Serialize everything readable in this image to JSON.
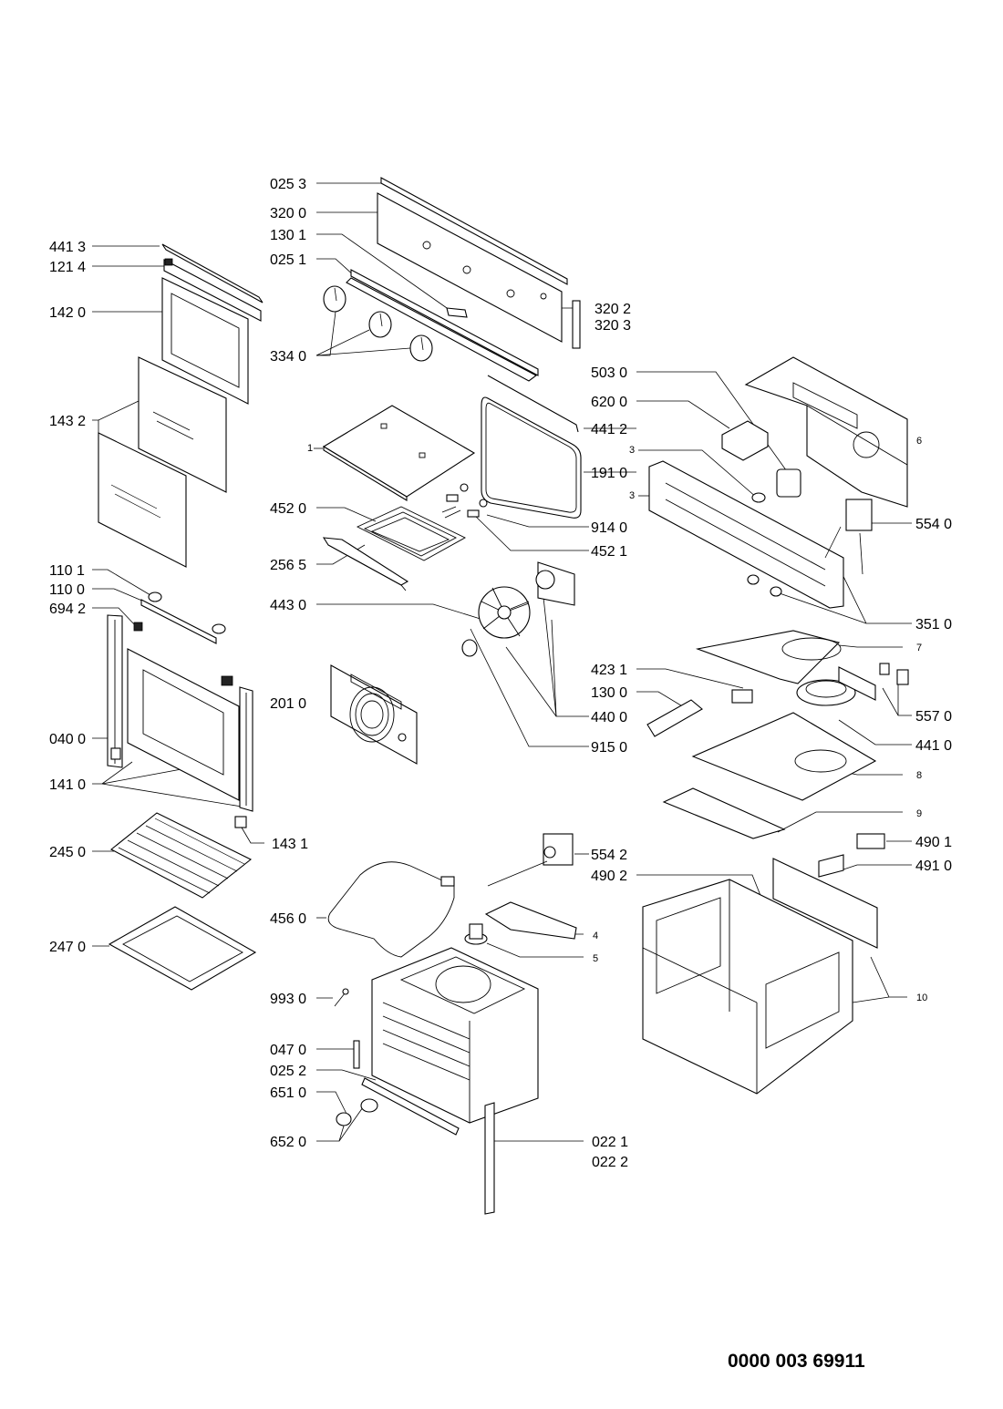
{
  "document_number": "0000 003 69911",
  "labels": {
    "L02531": "025 3",
    "L32001": "320 0",
    "L13011": "130 1",
    "L02511": "025 1",
    "L32021": "320 2",
    "L32031": "320 3",
    "L33401": "334 0",
    "L44131": "441 3",
    "L12141": "121 4",
    "L14201": "142 0",
    "L14321": "143 2",
    "L50301": "503 0",
    "L62001": "620 0",
    "L44121": "441 2",
    "L19101": "191 0",
    "L6": "6",
    "L3a": "3",
    "L3b": "3",
    "L1": "1",
    "L45201": "452 0",
    "L91401": "914 0",
    "L45211": "452 1",
    "L55401": "554 0",
    "L25651": "256 5",
    "L11011": "110 1",
    "L11001": "110 0",
    "L69421": "694 2",
    "L44301": "443 0",
    "L35101": "351 0",
    "L7": "7",
    "L42311": "423 1",
    "L13001": "130 0",
    "L55701": "557 0",
    "L20101": "201 0",
    "L44001": "440 0",
    "L44101": "441 0",
    "L04001": "040 0",
    "L91501": "915 0",
    "L14101": "141 0",
    "L8": "8",
    "L9": "9",
    "L14311": "143 1",
    "L24501": "245 0",
    "L49011": "490 1",
    "L55421": "554 2",
    "L49101": "491 0",
    "L49021": "490 2",
    "L45601": "456 0",
    "L4": "4",
    "L5": "5",
    "L24701": "247 0",
    "L99301": "993 0",
    "L10": "10",
    "L04701": "047 0",
    "L02521": "025 2",
    "L65101": "651 0",
    "L65201": "652 0",
    "L02211": "022 1",
    "L02221": "022 2"
  }
}
